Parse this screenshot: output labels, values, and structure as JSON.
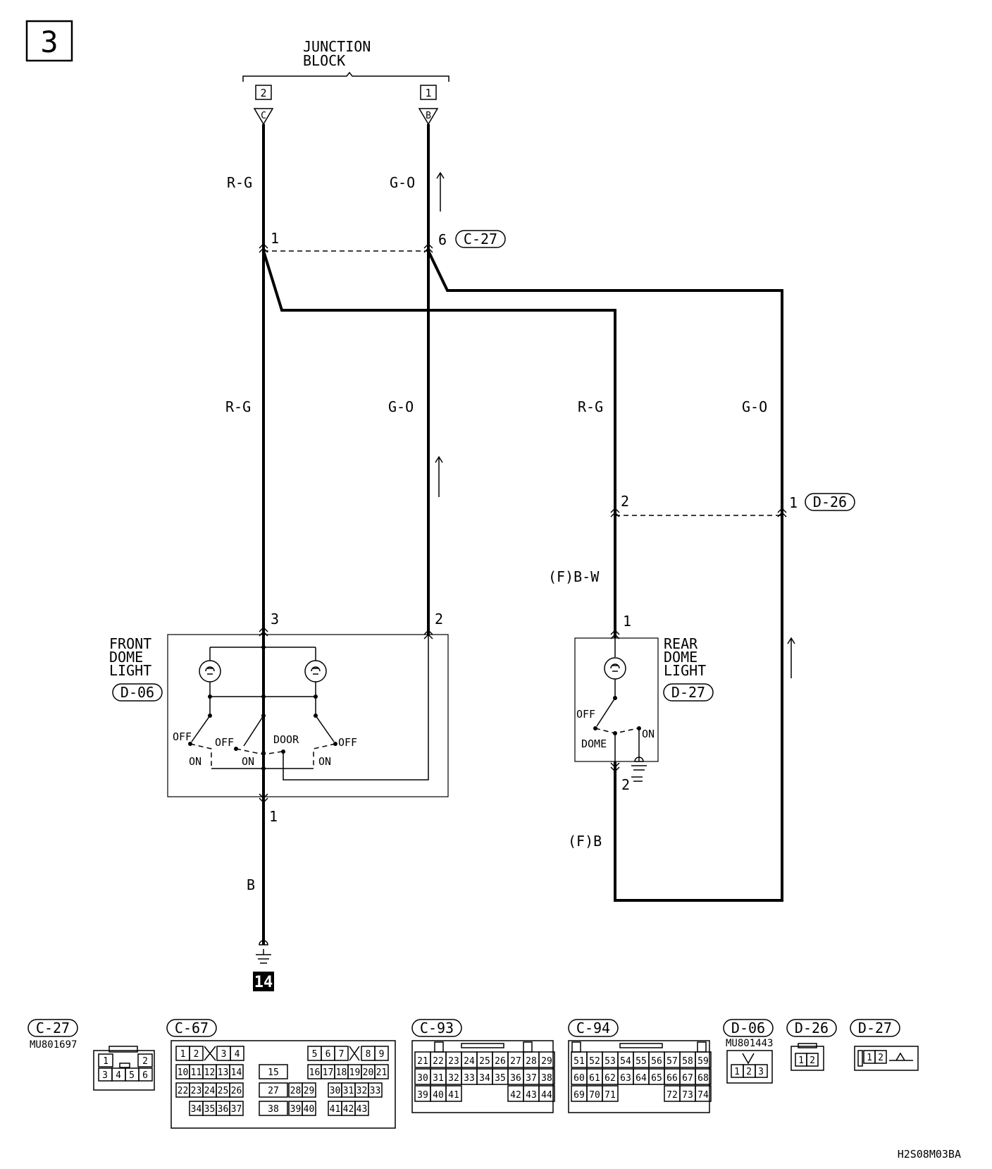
{
  "page_number": "3",
  "junction_block": {
    "title_line1": "JUNCTION",
    "title_line2": "BLOCK",
    "pin_left": "2",
    "pin_right": "1",
    "term_left": "C",
    "term_right": "B"
  },
  "wire_colors": {
    "rg": "R-G",
    "go": "G-O",
    "bw": "(F)B-W",
    "fb": "(F)B",
    "b": "B"
  },
  "connectors": {
    "c27": {
      "label": "C-27",
      "pin_a": "1",
      "pin_b": "6"
    },
    "d26": {
      "label": "D-26",
      "pin_a": "2",
      "pin_b": "1"
    }
  },
  "front_dome_light": {
    "line1": "FRONT",
    "line2": "DOME",
    "line3": "LIGHT",
    "connector": "D-06",
    "pin_top_left": "3",
    "pin_top_right": "2",
    "pin_bottom": "1",
    "switch_labels": {
      "off1": "OFF",
      "off2": "OFF",
      "door": "DOOR",
      "off3": "OFF",
      "on1": "ON",
      "on2": "ON",
      "on3": "ON"
    }
  },
  "rear_dome_light": {
    "line1": "REAR",
    "line2": "DOME",
    "line3": "LIGHT",
    "connector": "D-27",
    "pin_top": "1",
    "pin_bottom": "2",
    "switch_labels": {
      "off": "OFF",
      "dome": "DOME",
      "on": "ON"
    }
  },
  "ground_ref": "14",
  "connector_legend": {
    "c27": {
      "label": "C-27",
      "part": "MU801697"
    },
    "c67": {
      "label": "C-67"
    },
    "c93": {
      "label": "C-93"
    },
    "c94": {
      "label": "C-94"
    },
    "d06": {
      "label": "D-06",
      "part": "MU801443"
    },
    "d26": {
      "label": "D-26"
    },
    "d27": {
      "label": "D-27"
    }
  },
  "c27_pins": [
    [
      "1",
      "",
      "2"
    ],
    [
      "3",
      "4",
      "5",
      "6"
    ]
  ],
  "c67_pins": {
    "r1": [
      "1",
      "2",
      "3",
      "4",
      "5",
      "6",
      "7",
      "8",
      "9"
    ],
    "r2": [
      "10",
      "11",
      "12",
      "13",
      "14",
      "15",
      "16",
      "17",
      "18",
      "19",
      "20",
      "21"
    ],
    "r3": [
      "22",
      "23",
      "24",
      "25",
      "26",
      "27",
      "28",
      "29",
      "30",
      "31",
      "32",
      "33"
    ],
    "r4": [
      "34",
      "35",
      "36",
      "37",
      "38",
      "39",
      "40",
      "41",
      "42",
      "43"
    ]
  },
  "c93_pins": [
    [
      "21",
      "22",
      "23",
      "24",
      "25",
      "26",
      "27",
      "28",
      "29"
    ],
    [
      "30",
      "31",
      "32",
      "33",
      "34",
      "35",
      "36",
      "37",
      "38"
    ],
    [
      "39",
      "40",
      "41",
      "42",
      "43",
      "44"
    ]
  ],
  "c94_pins": [
    [
      "51",
      "52",
      "53",
      "54",
      "55",
      "56",
      "57",
      "58",
      "59"
    ],
    [
      "60",
      "61",
      "62",
      "63",
      "64",
      "65",
      "66",
      "67",
      "68"
    ],
    [
      "69",
      "70",
      "71",
      "72",
      "73",
      "74"
    ]
  ],
  "d06_pins": [
    "1",
    "2",
    "3"
  ],
  "d26_pins": [
    "1",
    "2"
  ],
  "d27_pins": [
    "1",
    "2"
  ],
  "doc_code": "H2S08M03BA"
}
